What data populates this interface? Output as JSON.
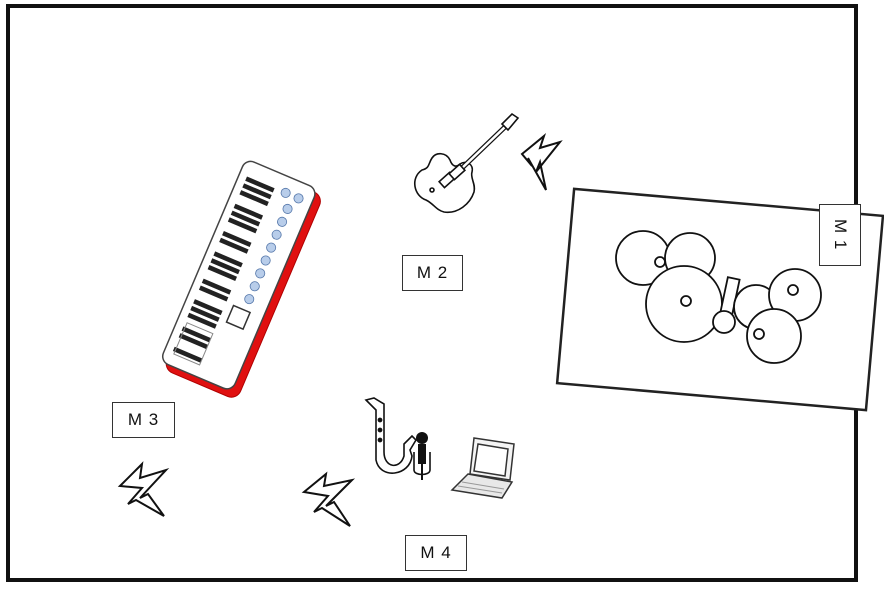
{
  "labels": {
    "m1": "M 1",
    "m2": "M 2",
    "m3": "M 3",
    "m4": "M 4"
  },
  "icons": [
    "electric-guitar-icon",
    "keyboard-synth-icon",
    "drum-kit-icon",
    "saxophone-icon",
    "microphone-icon",
    "laptop-icon",
    "lightning-icon"
  ],
  "colors": {
    "keyboard_frame": "#e01010",
    "keyboard_inner": "#ffffff",
    "keys": "#222222",
    "knobs": "#b8cdea",
    "outline": "#111111"
  }
}
